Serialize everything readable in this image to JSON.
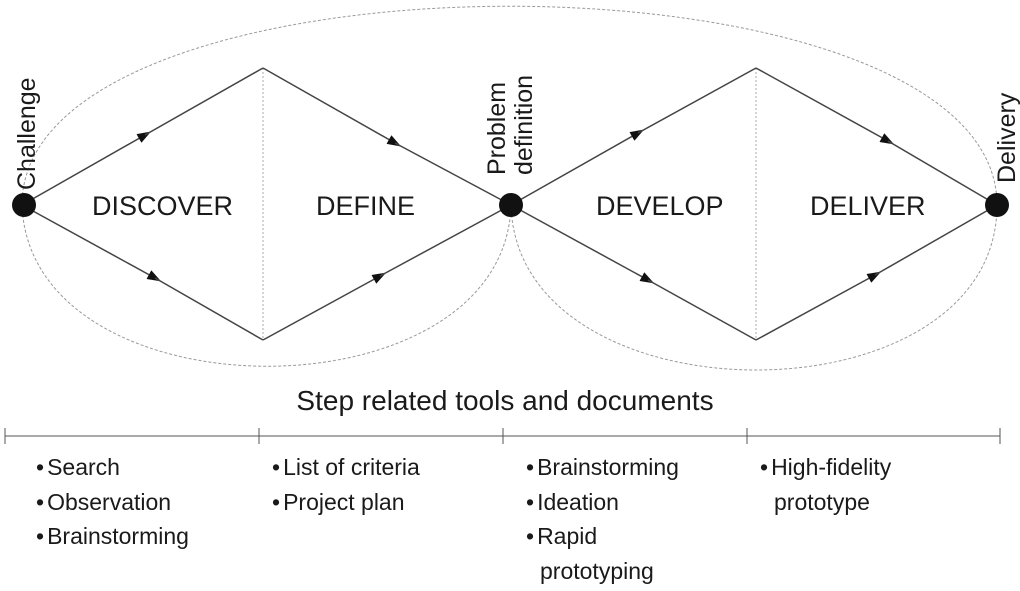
{
  "nodes": {
    "challenge": "Challenge",
    "problem_definition_line1": "Problem",
    "problem_definition_line2": "definition",
    "delivery": "Delivery"
  },
  "phases": [
    "DISCOVER",
    "DEFINE",
    "DEVELOP",
    "DELIVER"
  ],
  "tools_heading": "Step related tools and documents",
  "tools": [
    [
      "Search",
      "Observation",
      "Brainstorming"
    ],
    [
      "List of criteria",
      "Project plan"
    ],
    [
      "Brainstorming",
      "Ideation",
      "Rapid",
      "prototyping"
    ],
    [
      "High-fidelity",
      "prototype"
    ]
  ],
  "colors": {
    "line": "#444444",
    "dotted": "#999999",
    "node": "#111111"
  }
}
